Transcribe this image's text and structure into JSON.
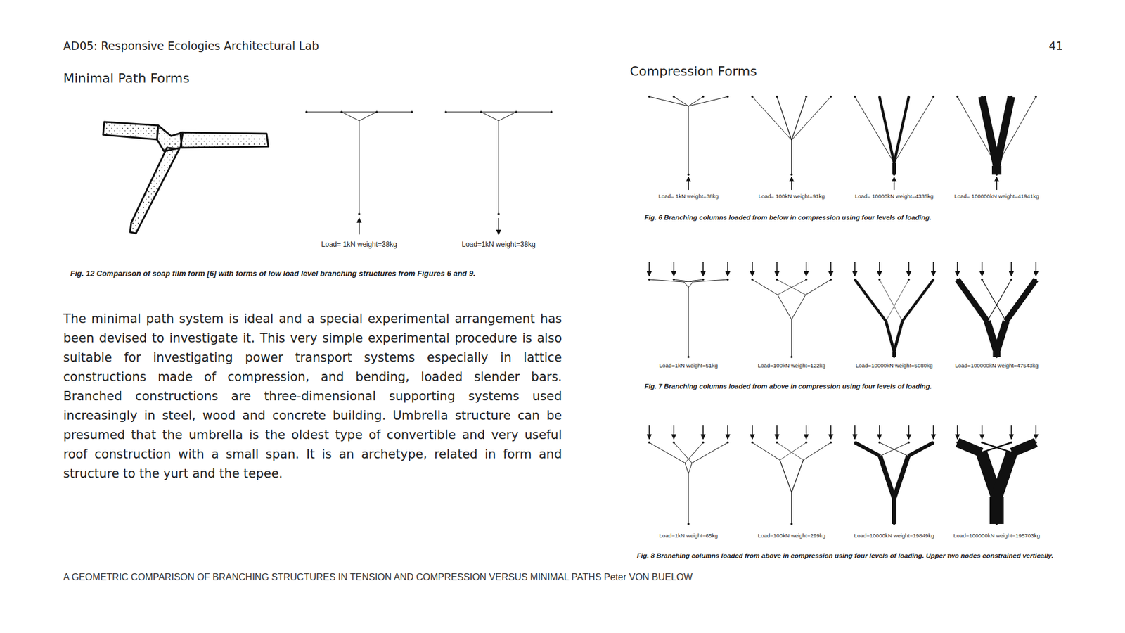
{
  "diagram": {
    "title": "Minimal Path Forms",
    "caption": "A GEOMETRIC COMPARISON OF BRANCHING STRUCTURES IN TENSION AND COMPRESSION VERSUS MINIMAL PATHS Peter VON BUELOW",
    "labels": [
      "AD05: Responsive Ecologies Architectural Lab",
      "41",
      "Compression Forms",
      "Fig. 12 Comparison of soap film form [6] with forms of low load level branching structures from Figures 6 and 9.",
      "Load= 1kN weight=38kg",
      "Load=1kN weight=38kg",
      "The minimal path system is ideal and a special experimental arrangement has been devised to investigate it. This very simple experimental procedure is also suitable for investigating power transport systems especially in lattice constructions made of compression, and bending, loaded slender bars. Branched constructions are three-dimensional supporting systems used increasingly in steel, wood and concrete building. Umbrella structure can be presumed that the umbrella is the oldest type of convertible and very useful roof construction with a small span. It is an archetype, related in form and structure to the yurt and the tepee.",
      "Load= 1kN weight=38kg",
      "Load= 100kN weight=91kg",
      "Load= 10000kN weight=4335kg",
      "Load= 100000kN weight=41941kg",
      "Fig. 6 Branching columns loaded from below in compression using four levels of loading.",
      "Load=1kN weight=51kg",
      "Load=100kN weight=122kg",
      "Load=10000kN weight=5080kg",
      "Load=100000kN weight=47543kg",
      "Fig. 7 Branching columns loaded from above in compression using four levels of loading.",
      "Load=1kN weight=65kg",
      "Load=100kN weight=299kg",
      "Load=10000kN weight=19849kg",
      "Load=100000kN weight=195703kg",
      "Fig. 8 Branching columns loaded from above in compression using four levels of loading. Upper two nodes constrained vertically."
    ]
  }
}
